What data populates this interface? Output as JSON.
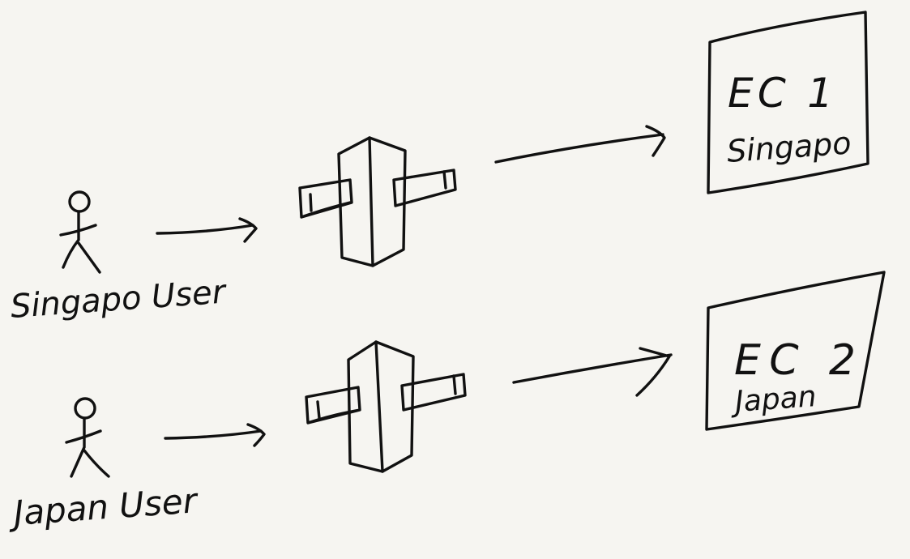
{
  "users": [
    {
      "label": "Singapo User"
    },
    {
      "label": "Japan User"
    }
  ],
  "instances": [
    {
      "name": "EC 1",
      "region": "Singapo"
    },
    {
      "name": "EC 2",
      "region": "Japan"
    }
  ],
  "colors": {
    "ink": "#111111",
    "paper": "#f6f5f1"
  }
}
